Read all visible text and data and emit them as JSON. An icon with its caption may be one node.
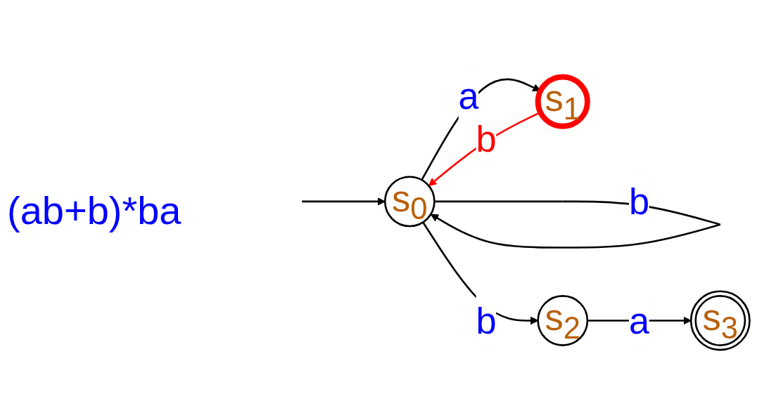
{
  "diagram": {
    "nodes": [
      {
        "text": [
          "s$_{0}$"
        ]
      },
      {
        "text": [
          "s$_{1}$"
        ]
      },
      {
        "text": [
          "s$_{2}$"
        ]
      },
      {
        "text": [
          "s$_{3}$"
        ]
      }
    ],
    "edges": [
      {
        "from": 0,
        "to": 0,
        "label": "b",
        "arrow": "to"
      },
      {
        "from": 0,
        "to": 2,
        "label": "b",
        "arrow": "to"
      },
      {
        "from": 0,
        "to": 1,
        "label": "a",
        "arrow": "to"
      },
      {
        "from": 1,
        "to": 0,
        "label": "b",
        "arrow": "to",
        "color": "#ff0000"
      },
      {
        "from": 2,
        "to": 3,
        "label": "a",
        "arrow": "to"
      },
      {
        "from": null,
        "to": 0,
        "arrow": "to"
      }
    ],
    "labels": [
      "(ab+b)*ba"
    ]
  }
}
